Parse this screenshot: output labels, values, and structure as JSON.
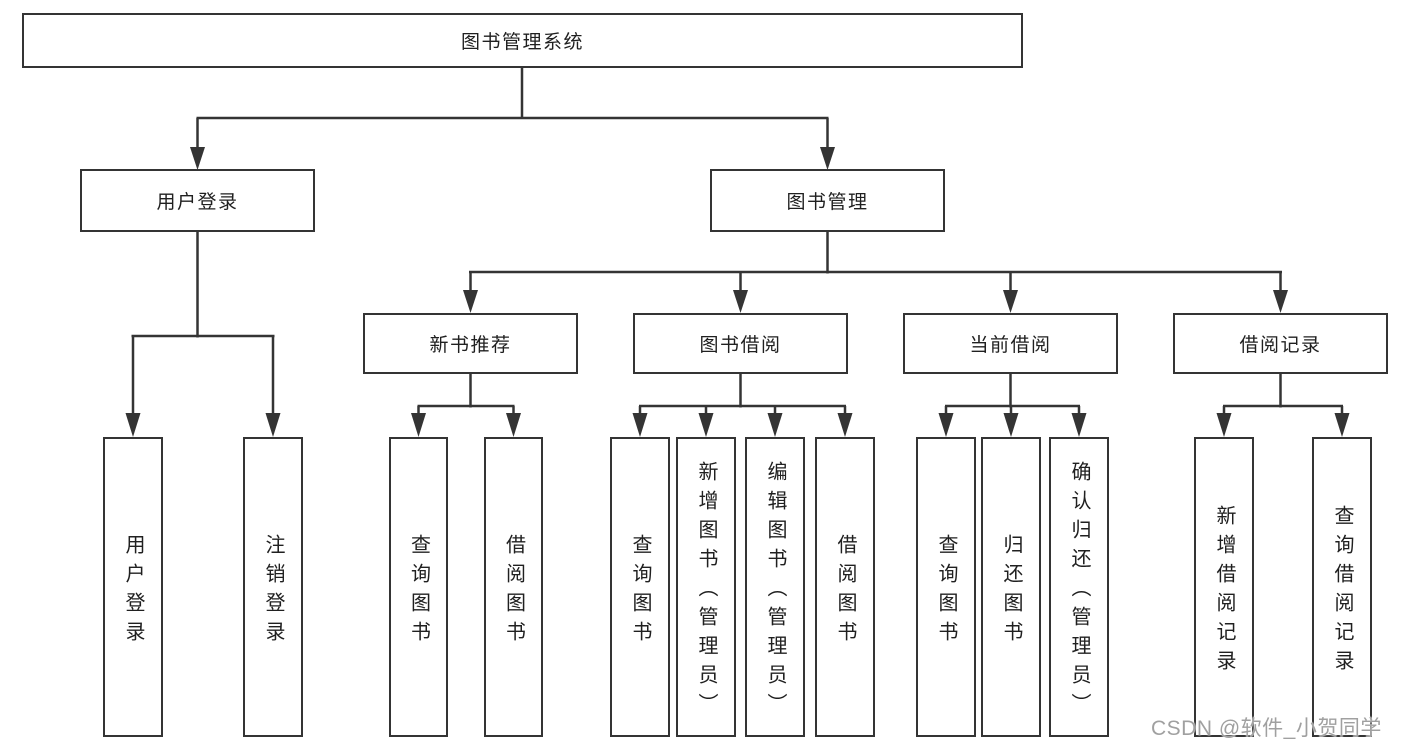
{
  "page": {
    "watermark": "CSDN @软件_小贺同学"
  },
  "colors": {
    "background": "#ffffff",
    "line": "#343434",
    "box_border": "#343434",
    "text": "#202020",
    "watermark": "#a0a0a0"
  },
  "tree": {
    "root": "图书管理系统",
    "children": [
      {
        "label": "用户登录",
        "children": [
          "用户登录",
          "注销登录"
        ]
      },
      {
        "label": "图书管理",
        "children": [
          {
            "label": "新书推荐",
            "children": [
              "查询图书",
              "借阅图书"
            ]
          },
          {
            "label": "图书借阅",
            "children": [
              "查询图书",
              "新增图书（管理员）",
              "编辑图书（管理员）",
              "借阅图书"
            ]
          },
          {
            "label": "当前借阅",
            "children": [
              "查询图书",
              "归还图书",
              "确认归还（管理员）"
            ]
          },
          {
            "label": "借阅记录",
            "children": [
              "新增借阅记录",
              "查询借阅记录"
            ]
          }
        ]
      }
    ]
  }
}
